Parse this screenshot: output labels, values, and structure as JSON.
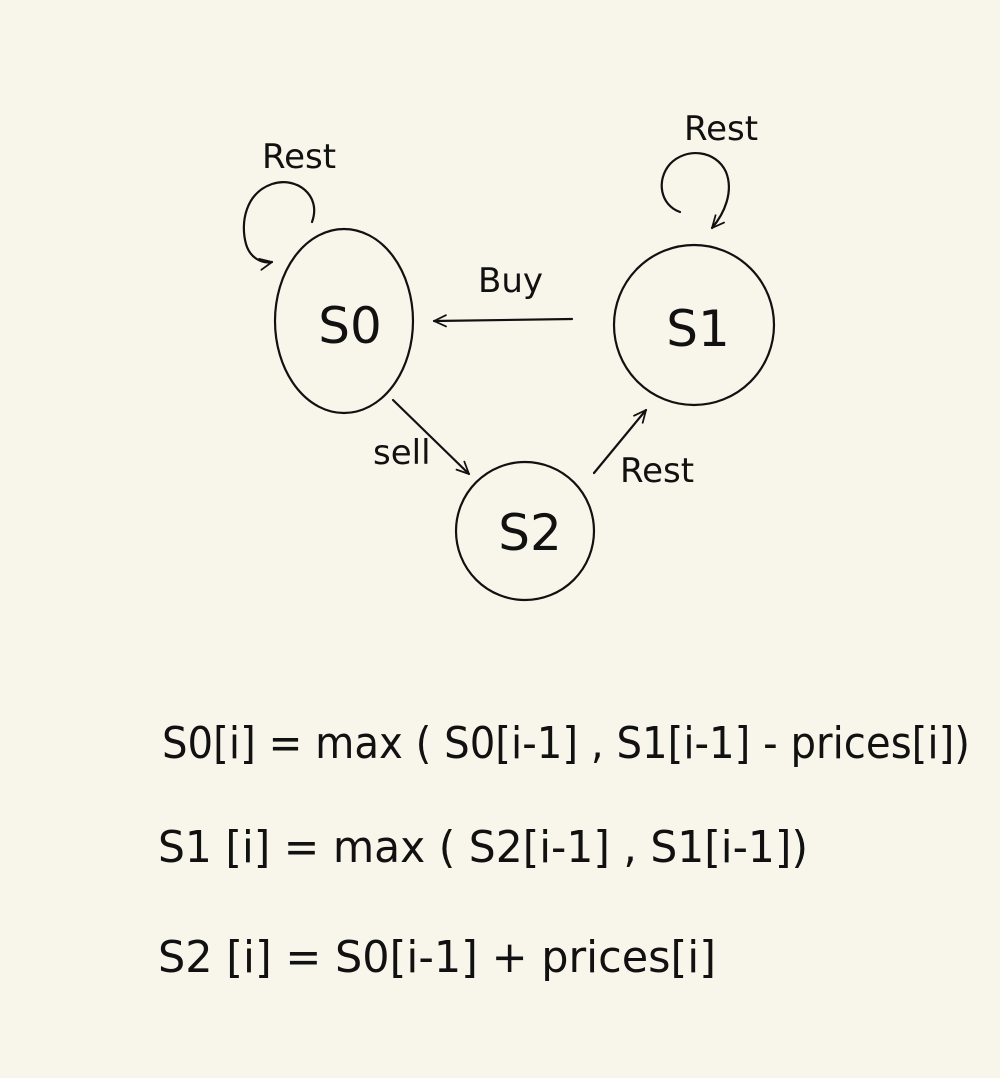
{
  "diagram": {
    "nodes": [
      {
        "id": "S0",
        "label": "S0"
      },
      {
        "id": "S1",
        "label": "S1"
      },
      {
        "id": "S2",
        "label": "S2"
      }
    ],
    "edges": [
      {
        "from": "S0",
        "to": "S0",
        "label": "Rest"
      },
      {
        "from": "S1",
        "to": "S1",
        "label": "Rest"
      },
      {
        "from": "S1",
        "to": "S0",
        "label": "Buy"
      },
      {
        "from": "S0",
        "to": "S2",
        "label": "sell"
      },
      {
        "from": "S2",
        "to": "S1",
        "label": "Rest"
      }
    ]
  },
  "equations": [
    "S0[i] = max ( S0[i-1] , S1[i-1] - prices[i])",
    "S1 [i] = max ( S2[i-1] , S1[i-1])",
    "S2 [i] = S0[i-1] + prices[i]"
  ]
}
